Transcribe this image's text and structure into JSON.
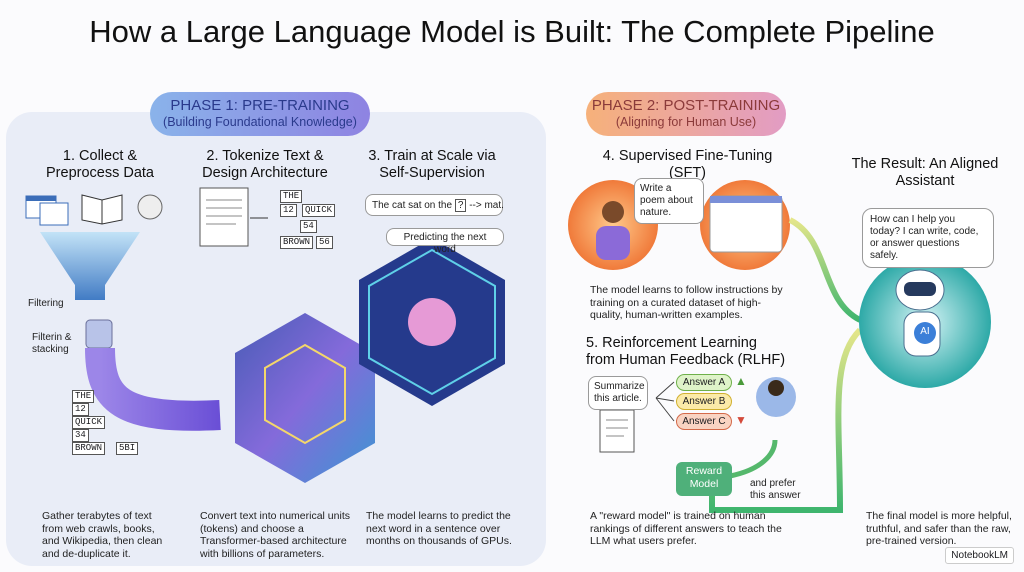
{
  "title": "How a Large Language Model is Built: The Complete Pipeline",
  "phase1": {
    "label": "PHASE 1: PRE-TRAINING",
    "sub": "(Building Foundational Knowledge)"
  },
  "phase2": {
    "label": "PHASE 2: POST-TRAINING",
    "sub": "(Aligning for Human Use)"
  },
  "step1": {
    "title": "1. Collect & Preprocess Data",
    "filter1": "Filtering",
    "filter2": "Filterin & stacking",
    "tokens": [
      "THE",
      "12",
      "QUICK",
      "34",
      "BROWN",
      "5BI"
    ],
    "desc": "Gather terabytes of text from web crawls, books, and Wikipedia, then clean and de-duplicate it."
  },
  "step2": {
    "title": "2. Tokenize Text & Design Architecture",
    "tokens": [
      "THE",
      "12",
      "QUICK",
      "54",
      "BROWN",
      "56"
    ],
    "desc": "Convert text into numerical units (tokens) and choose a Transformer-based architecture with billions of parameters."
  },
  "step3": {
    "title": "3. Train at Scale via Self-Supervision",
    "sentence": "The cat sat on the",
    "blank": "?",
    "sentence_end": "--> mat.",
    "predicting": "Predicting the next word",
    "desc": "The model learns to predict the next word in a sentence over months on thousands of GPUs."
  },
  "step4": {
    "title": "4. Supervised Fine-Tuning (SFT)",
    "bubble": "Write a poem about nature.",
    "desc": "The model learns to follow instructions by training on a curated dataset of high-quality, human-written examples."
  },
  "step5": {
    "title": "5. Reinforcement Learning from Human Feedback (RLHF)",
    "prompt": "Summarize this article.",
    "answers": [
      "Answer A",
      "Answer B",
      "Answer C"
    ],
    "reward": "Reward Model",
    "prefer": "and prefer this answer",
    "desc": "A \"reward model\" is trained on human rankings of different answers to teach the LLM what users prefer."
  },
  "result": {
    "title": "The Result: An Aligned Assistant",
    "bubble": "How can I help you today? I can write, code, or answer questions safely.",
    "badge": "AI",
    "desc": "The final model is more helpful, truthful, and safer than the raw, pre-trained version."
  },
  "logo": "NotebookLM"
}
